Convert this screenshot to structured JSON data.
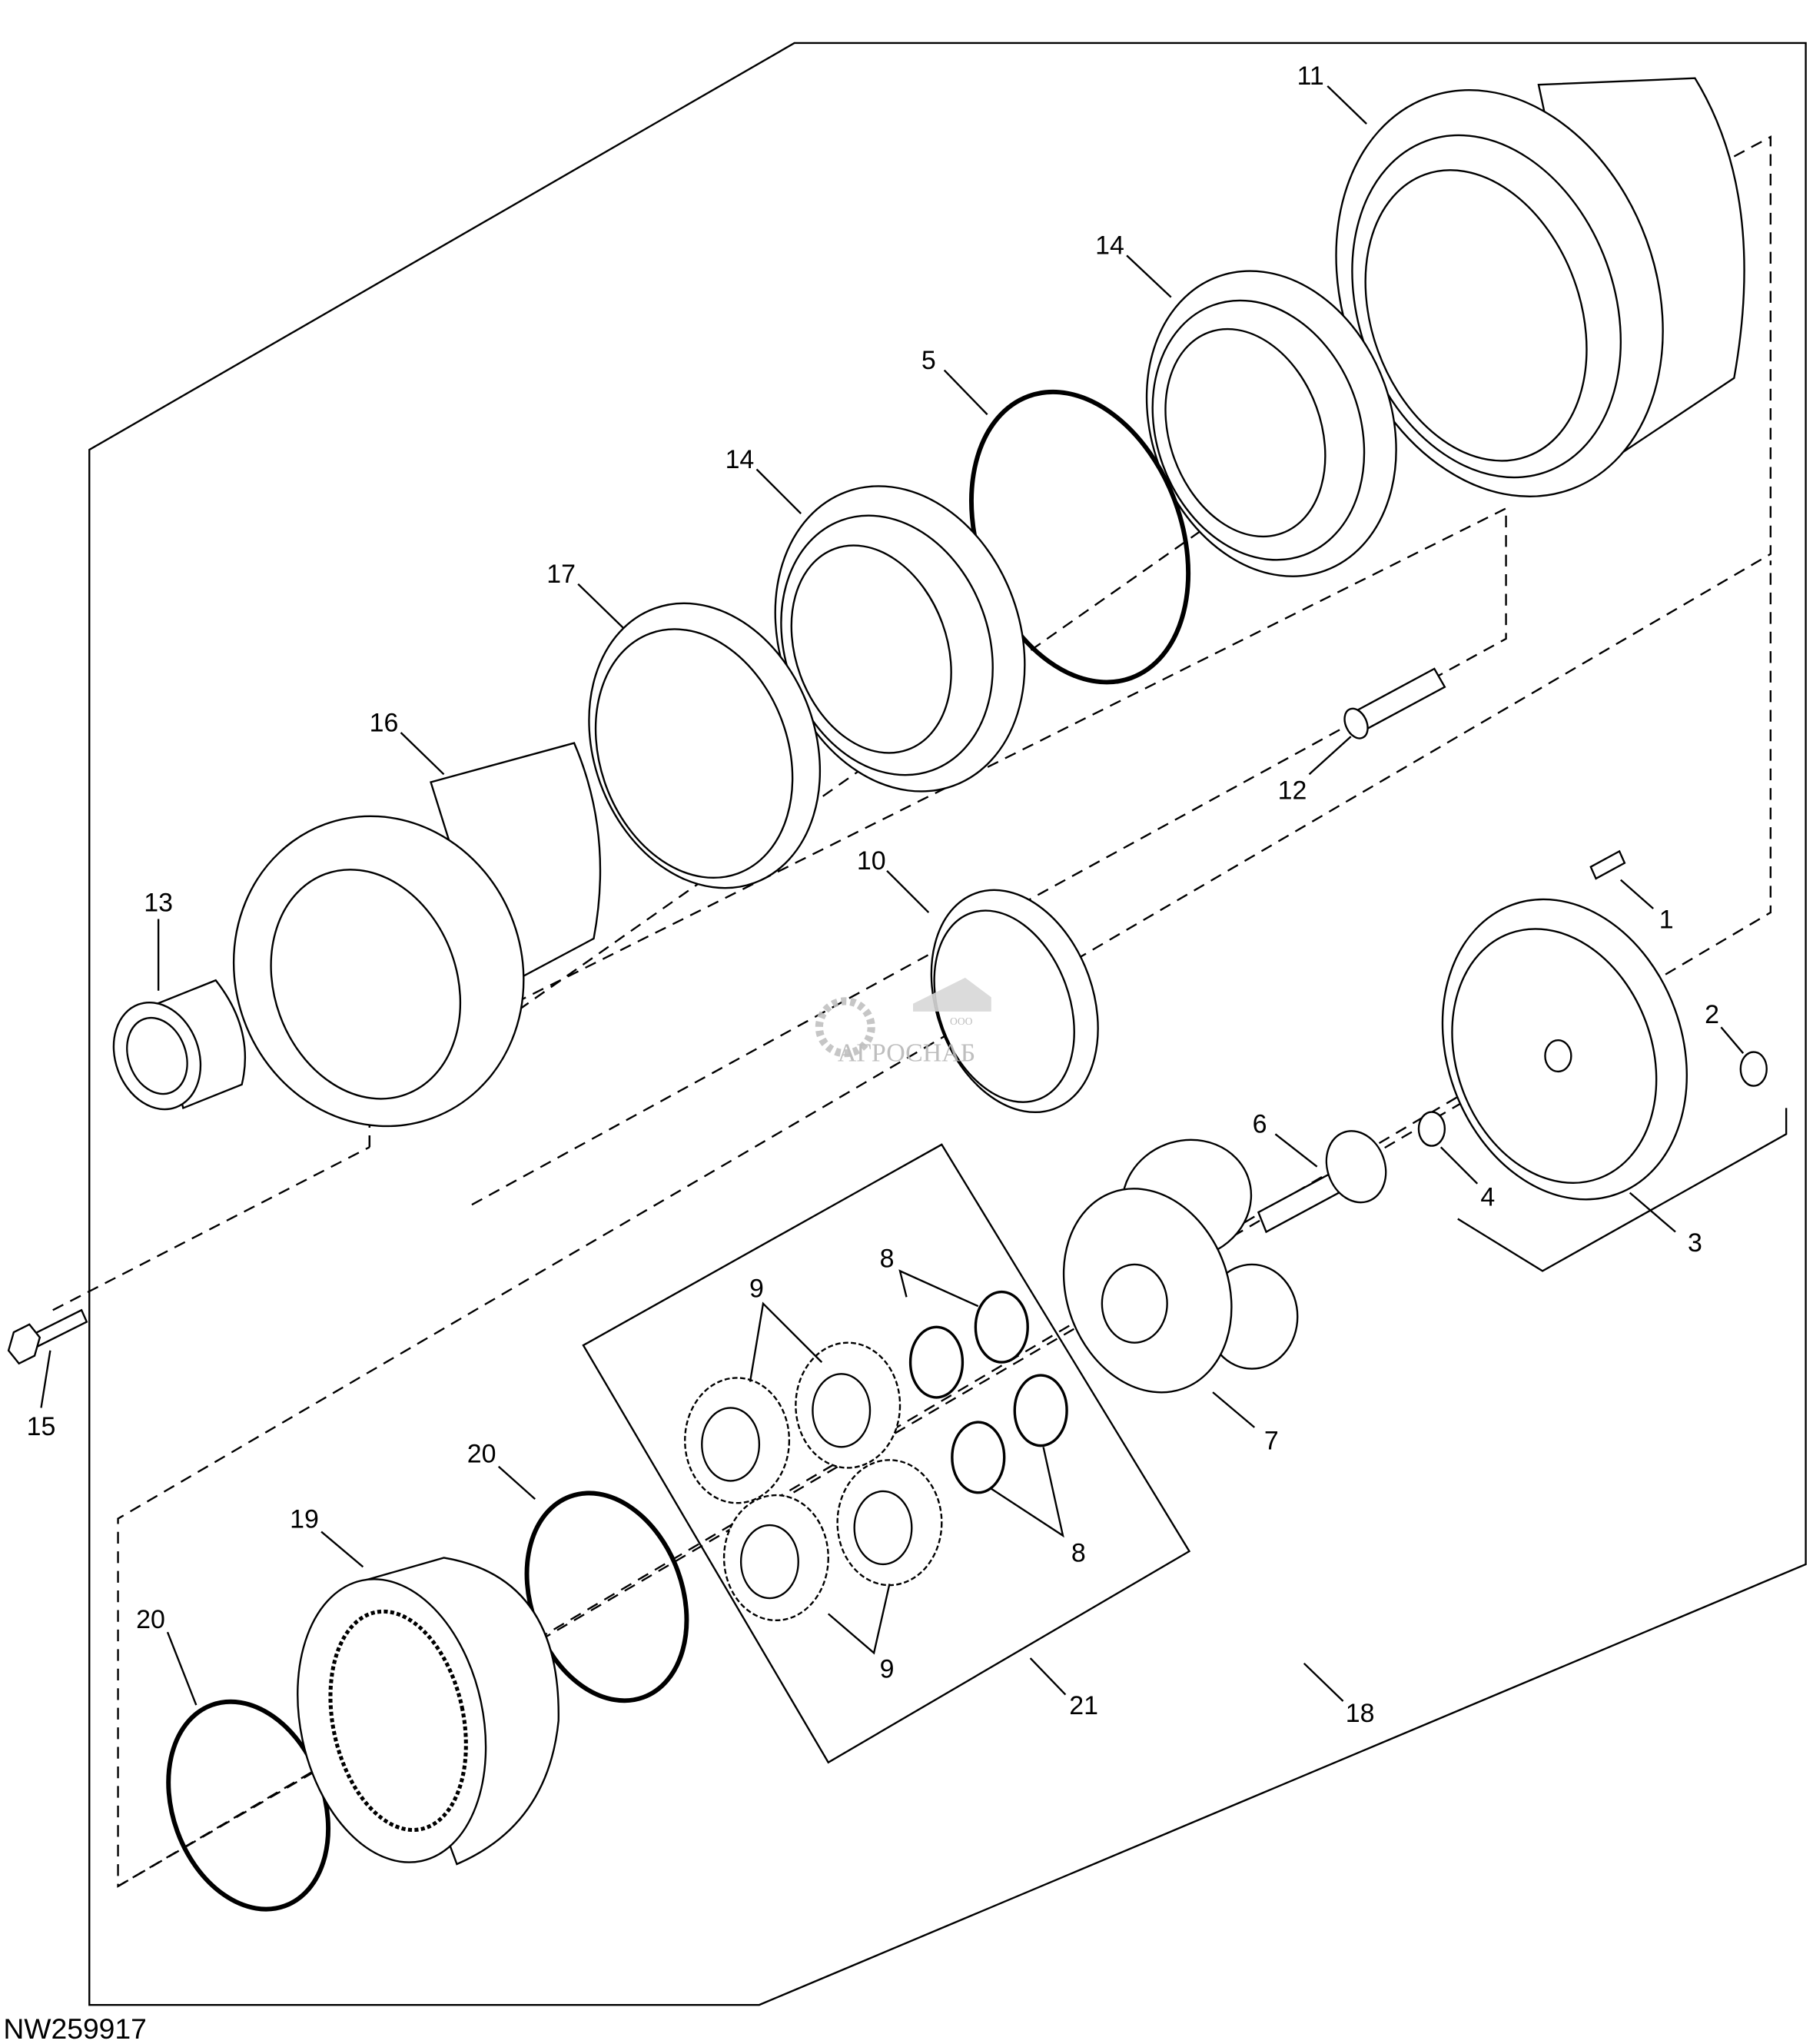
{
  "figure_id": "NW259917",
  "watermark": {
    "small": "ООО",
    "brand": "АГРОСНАБ"
  },
  "callouts": [
    "11",
    "14",
    "5",
    "14",
    "17",
    "16",
    "13",
    "10",
    "12",
    "1",
    "2",
    "6",
    "4",
    "3",
    "8",
    "9",
    "15",
    "7",
    "20",
    "19",
    "8",
    "20",
    "9",
    "21",
    "18"
  ]
}
